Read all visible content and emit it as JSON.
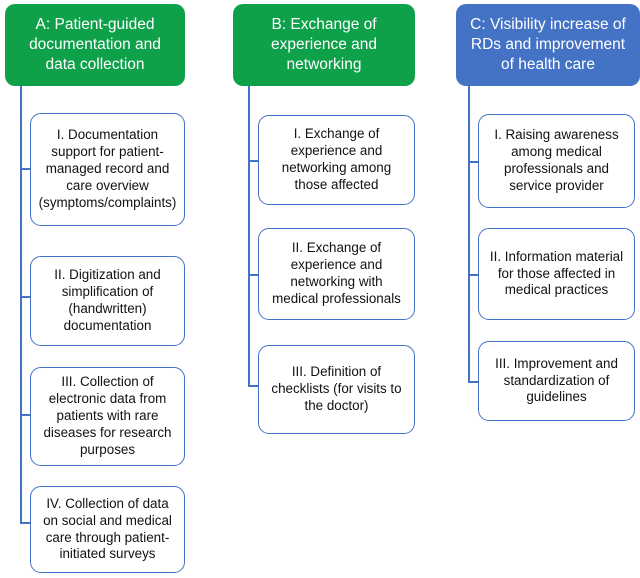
{
  "diagram": {
    "type": "hierarchy-tree",
    "orientation": "three-column",
    "colors": {
      "green_header": "#0FA04A",
      "blue_header": "#4472C4",
      "connector": "#4472C4",
      "box_border": "#4472C4",
      "box_fill": "#FFFFFF",
      "header_text": "#FFFFFF",
      "box_text": "#111111",
      "background": "#FFFFFF"
    },
    "columns": [
      {
        "id": "A",
        "header": {
          "label": "A: Patient-guided documentation and data collection",
          "color": "#0FA04A"
        },
        "items": [
          {
            "numeral": "I.",
            "label": "I. Documentation support for patient-managed record and care overview (symptoms/complaints)"
          },
          {
            "numeral": "II.",
            "label": "II. Digitization and simplification of (handwritten) documentation"
          },
          {
            "numeral": "III.",
            "label": "III. Collection of electronic data from patients with rare diseases for research purposes"
          },
          {
            "numeral": "IV.",
            "label": "IV. Collection of data on social and medical care through patient-initiated surveys"
          }
        ]
      },
      {
        "id": "B",
        "header": {
          "label": "B: Exchange of experience and networking",
          "color": "#0FA04A"
        },
        "items": [
          {
            "numeral": "I.",
            "label": "I. Exchange of experience and networking among those affected"
          },
          {
            "numeral": "II.",
            "label": "II. Exchange of experience and networking with medical professionals"
          },
          {
            "numeral": "III.",
            "label": "III. Definition of checklists (for visits to the doctor)"
          }
        ]
      },
      {
        "id": "C",
        "header": {
          "label": "C: Visibility increase of RDs and improvement of health care",
          "color": "#4472C4"
        },
        "items": [
          {
            "numeral": "I.",
            "label": "I. Raising awareness among medical professionals and service provider"
          },
          {
            "numeral": "II.",
            "label": "II. Information material for those affected in medical practices"
          },
          {
            "numeral": "III.",
            "label": "III. Improvement and standardization of guidelines"
          }
        ]
      }
    ]
  }
}
